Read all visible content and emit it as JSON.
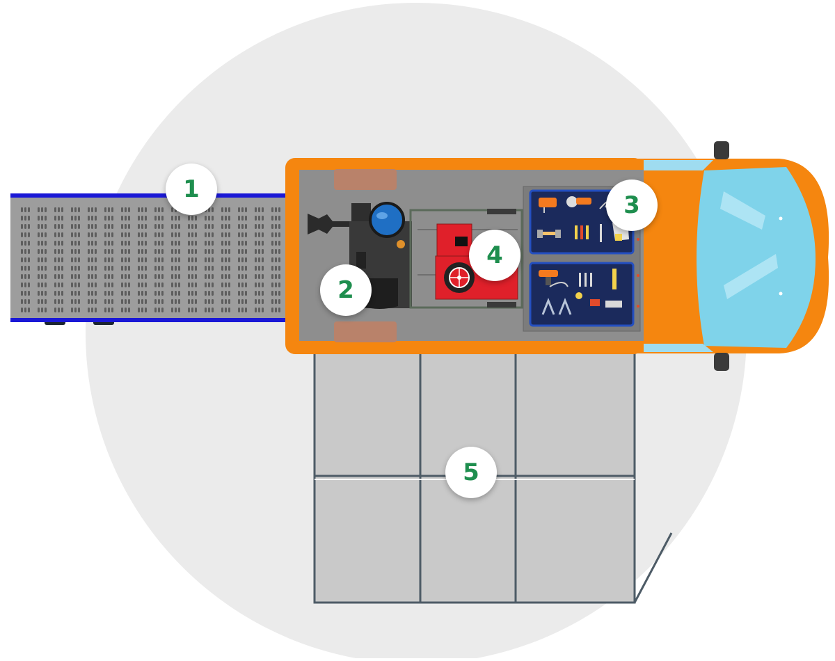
{
  "markers": [
    {
      "id": "1",
      "label": "1"
    },
    {
      "id": "2",
      "label": "2"
    },
    {
      "id": "3",
      "label": "3"
    },
    {
      "id": "4",
      "label": "4"
    },
    {
      "id": "5",
      "label": "5"
    }
  ],
  "colors": {
    "background_circle": "#ebebeb",
    "van_body": "#f5860f",
    "cargo_floor": "#8f8f8f",
    "ramp": "#9c9c9c",
    "ramp_rail": "#1a18d6",
    "windshield": "#7fd3ea",
    "tool_board": "#1b2a5c",
    "machine_red": "#e0202a",
    "tank_blue": "#1f6fc4",
    "awning_floor": "#c8c8c8",
    "awning_frame": "#4d5b66",
    "marker_text": "#1e8e4e"
  },
  "icons": [
    "jigsaw-icon",
    "angle-grinder-icon",
    "drill-icon",
    "hammer-icon",
    "screwdriver-icon",
    "wrench-icon",
    "pliers-icon",
    "spirit-level-icon",
    "wheel-icon"
  ]
}
